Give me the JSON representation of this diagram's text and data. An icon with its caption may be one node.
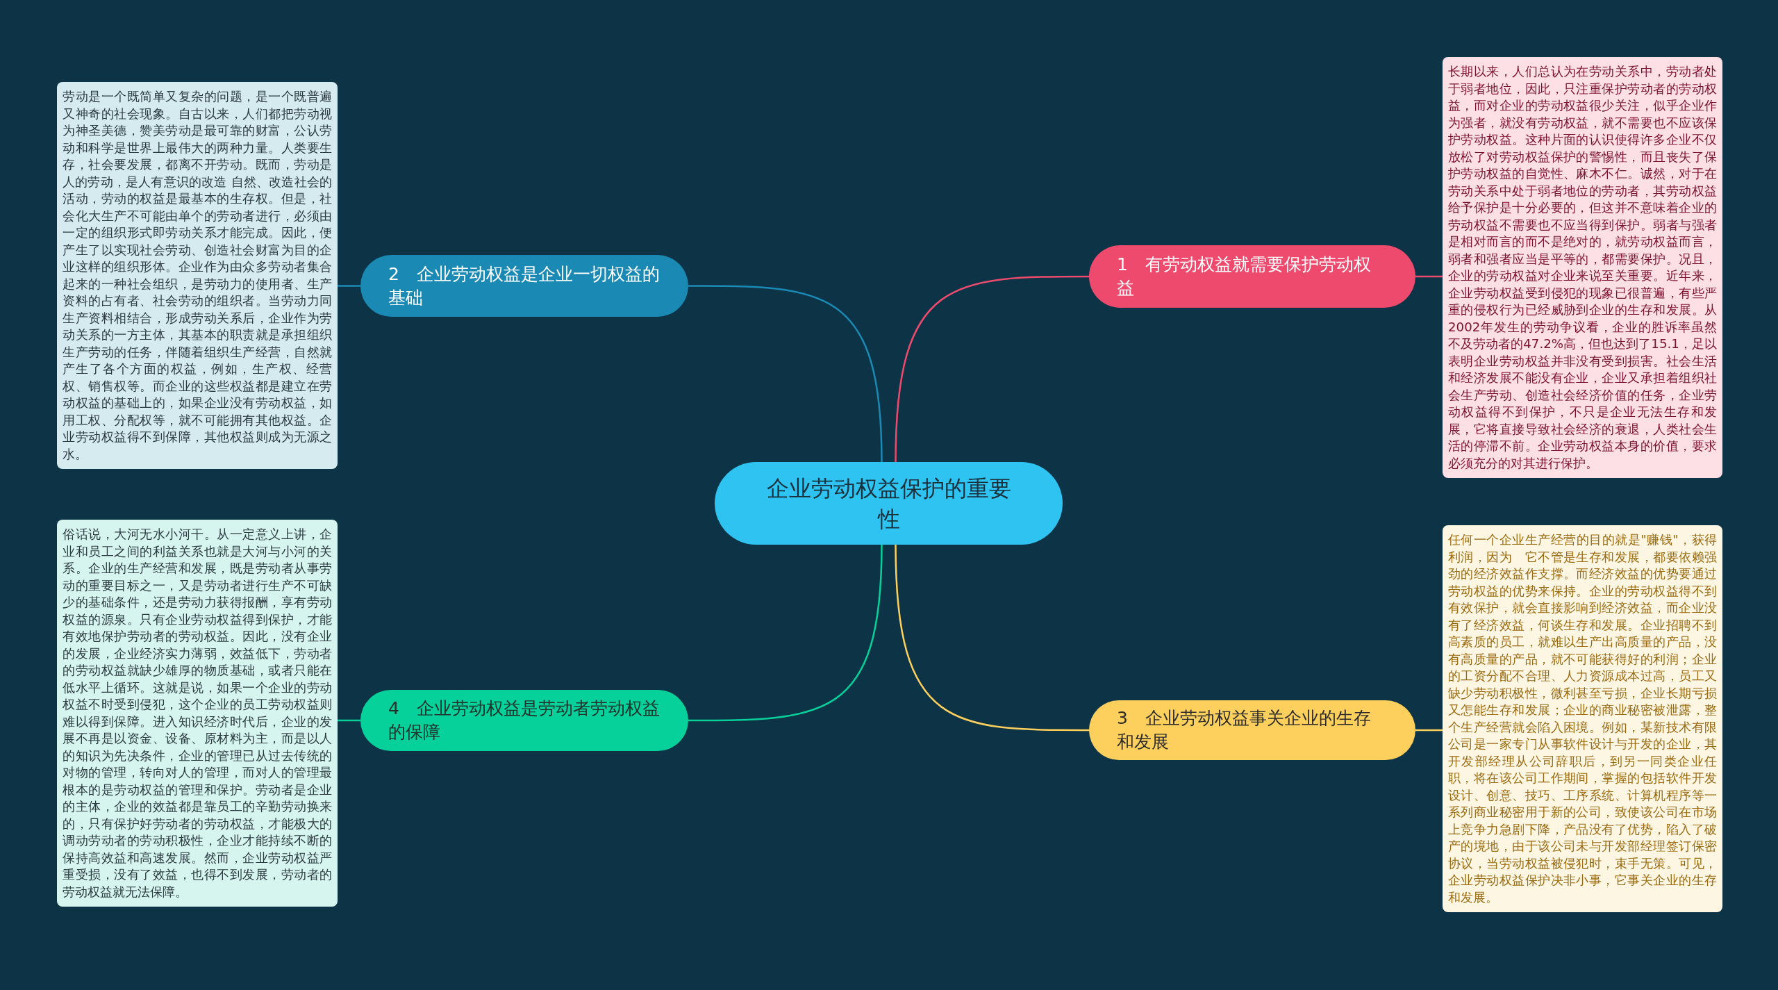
{
  "diagram": {
    "nodes": [
      {
        "text": [
          "企业劳动权益保护的重要性"
        ]
      },
      {
        "text": [
          "1　有劳动权益就需要保护劳动权益"
        ]
      },
      {
        "text": [
          "长期以来，人们总认为在劳动关系中，劳动者处于弱者地位，因此，只注重保护劳动者的劳动权益，而对企业的劳动权益很少关注，似乎企业作为强者，就没有劳动权益，就不需要也不应该保护劳动权益。这种片面的认识使得许多企业不仅放松了对劳动权益保护的警惕性，而且丧失了保护劳动权益的自觉性、麻木不仁。诚然，对于在劳动关系中处于弱者地位的劳动者，其劳动权益给予保护是十分必要的，但这并不意味着企业的劳动权益不需要也不应当得到保护。弱者与强者是相对而言的而不是绝对的，就劳动权益而言，弱者和强者应当是平等的，都需要保护。况且，企业的劳动权益对企业来说至关重要。近年来，企业劳动权益受到侵犯的现象已很普遍，有些严重的侵权行为已经威胁到企业的生存和发展。从2002年发生的劳动争议看，企业的胜诉率虽然不及劳动者的47.2%高，但也达到了15.1，足以表明企业劳动权益并非没有受到损害。社会生活和经济发展不能没有企业，企业又承担着组织社会生产劳动、创造社会经济价值的任务，企业劳动权益得不到保护，不只是企业无法生存和发展，它将直接导致社会经济的衰退，人类社会生活的停滞不前。企业劳动权益本身的价值，要求必须充分的对其进行保护。"
        ]
      },
      {
        "text": [
          "2　企业劳动权益是企业一切权益的基础"
        ]
      },
      {
        "text": [
          "劳动是一个既简单又复杂的问题，是一个既普遍又神奇的社会现象。自古以来，人们都把劳动视为神圣美德，赞美劳动是最可靠的财富，公认劳动和科学是世界上最伟大的两种力量。人类要生存，社会要发展，都离不开劳动。既而，劳动是人的劳动，是人有意识的改造 自然、改造社会的活动，劳动的权益是最基本的生存权。但是，社会化大生产不可能由单个的劳动者进行，必须由一定的组织形式即劳动关系才能完成。因此，便产生了以实现社会劳动、创造社会财富为目的企业这样的组织形体。企业作为由众多劳动者集合起来的一种社会组织，是劳动力的使用者、生产资料的占有者、社会劳动的组织者。当劳动力同生产资料相结合，形成劳动关系后，企业作为劳动关系的一方主体，其基本的职责就是承担组织生产劳动的任务，伴随着组织生产经营，自然就产生了各个方面的权益，例如，生产权、经营权、销售权等。而企业的这些权益都是建立在劳动权益的基础上的，如果企业没有劳动权益，如用工权、分配权等，就不可能拥有其他权益。企业劳动权益得不到保障，其他权益则成为无源之水。"
        ]
      },
      {
        "text": [
          "3　企业劳动权益事关企业的生存和发展"
        ]
      },
      {
        "text": [
          "任何一个企业生产经营的目的就是\"赚钱\"，获得利润，因为　它不管是生存和发展，都要依赖强劲的经济效益作支撑。而经济效益的优势要通过劳动权益的优势来保持。企业的劳动权益得不到有效保护，就会直接影响到经济效益，而企业没有了经济效益，何谈生存和发展。企业招聘不到高素质的员工，就难以生产出高质量的产品，没有高质量的产品，就不可能获得好的利润；企业的工资分配不合理、人力资源成本过高，员工又缺少劳动积极性，微利甚至亏损，企业长期亏损又怎能生存和发展；企业的商业秘密被泄露，整个生产经营就会陷入困境。例如，某新技术有限公司是一家专门从事软件设计与开发的企业，其开发部经理从公司辞职后，到另一同类企业任职，将在该公司工作期间，掌握的包括软件开发设计、创意、技巧、工序系统、计算机程序等一系列商业秘密用于新的公司，致使该公司在市场上竞争力急剧下降，产品没有了优势，陷入了破产的境地，由于该公司未与开发部经理签订保密协议，当劳动权益被侵犯时，束手无策。可见，企业劳动权益保护决非小事，它事关企业的生存和发展。"
        ]
      },
      {
        "text": [
          "4　企业劳动权益是劳动者劳动权益的保障"
        ]
      },
      {
        "text": [
          "俗话说，大河无水小河干。从一定意义上讲，企业和员工之间的利益关系也就是大河与小河的关系。企业的生产经营和发展，既是劳动者从事劳动的重要目标之一，又是劳动者进行生产不可缺少的基础条件，还是劳动力获得报酬，享有劳动权益的源泉。只有企业劳动权益得到保护，才能有效地保护劳动者的劳动权益。因此，没有企业的发展，企业经济实力薄弱，效益低下，劳动者的劳动权益就缺少雄厚的物质基础，或者只能在低水平上循环。这就是说，如果一个企业的劳动权益不时受到侵犯，这个企业的员工劳动权益则难以得到保障。进入知识经济时代后，企业的发展不再是以资金、设备、原材料为主，而是以人的知识为先决条件，企业的管理已从过去传统的对物的管理，转向对人的管理，而对人的管理最根本的是劳动权益的管理和保护。劳动者是企业的主体，企业的效益都是靠员工的辛勤劳动换来的，只有保护好劳动者的劳动权益，才能极大的调动劳动者的劳动积极性，企业才能持续不断的保持高效益和高速发展。然而，企业劳动权益严重受损，没有了效益，也得不到发展，劳动者的劳动权益就无法保障。"
        ]
      }
    ],
    "edges": [
      {
        "from": 0,
        "to": 1,
        "arrow": "none",
        "color": "#ee4a6e"
      },
      {
        "from": 1,
        "to": 2,
        "arrow": "none",
        "color": "#ee4a6e"
      },
      {
        "from": 0,
        "to": 3,
        "arrow": "none",
        "color": "#1a8ab5"
      },
      {
        "from": 3,
        "to": 4,
        "arrow": "none",
        "color": "#1a8ab5"
      },
      {
        "from": 0,
        "to": 5,
        "arrow": "none",
        "color": "#fdd05d"
      },
      {
        "from": 5,
        "to": 6,
        "arrow": "none",
        "color": "#fdd05d"
      },
      {
        "from": 0,
        "to": 7,
        "arrow": "none",
        "color": "#06d19a"
      },
      {
        "from": 7,
        "to": 8,
        "arrow": "none",
        "color": "#06d19a"
      }
    ]
  }
}
